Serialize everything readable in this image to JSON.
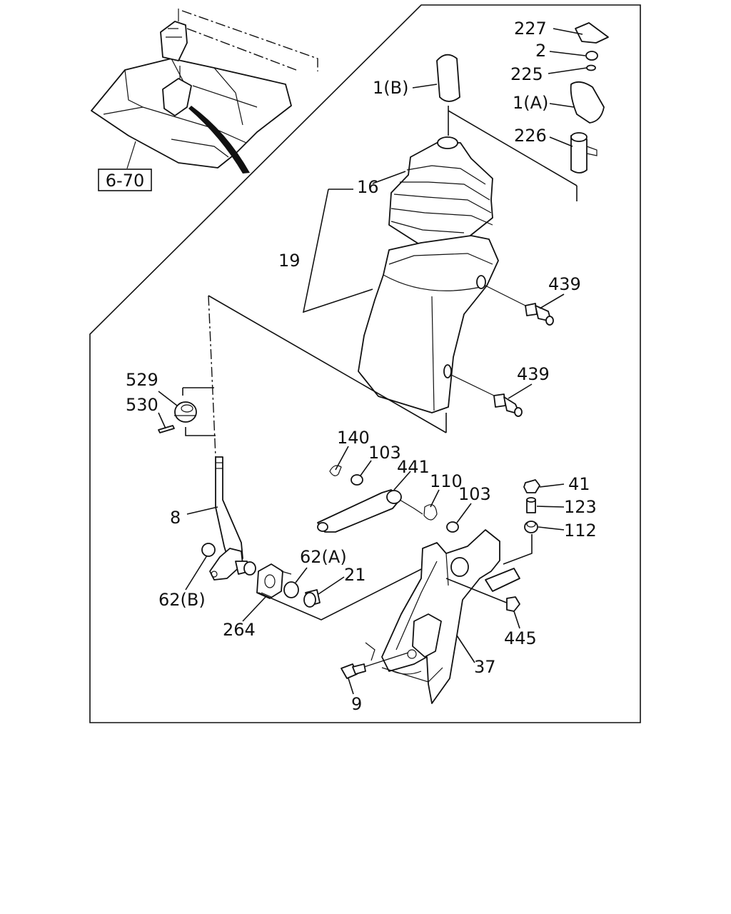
{
  "reference": {
    "text": "6-70"
  },
  "callouts": [
    {
      "id": "227",
      "text": "227"
    },
    {
      "id": "2",
      "text": "2"
    },
    {
      "id": "225",
      "text": "225"
    },
    {
      "id": "1b",
      "text": "1(B)"
    },
    {
      "id": "1a",
      "text": "1(A)"
    },
    {
      "id": "226",
      "text": "226"
    },
    {
      "id": "16",
      "text": "16"
    },
    {
      "id": "19",
      "text": "19"
    },
    {
      "id": "439a",
      "text": "439"
    },
    {
      "id": "439b",
      "text": "439"
    },
    {
      "id": "529",
      "text": "529"
    },
    {
      "id": "530",
      "text": "530"
    },
    {
      "id": "140",
      "text": "140"
    },
    {
      "id": "103a",
      "text": "103"
    },
    {
      "id": "441",
      "text": "441"
    },
    {
      "id": "110",
      "text": "110"
    },
    {
      "id": "103b",
      "text": "103"
    },
    {
      "id": "41",
      "text": "41"
    },
    {
      "id": "123",
      "text": "123"
    },
    {
      "id": "112",
      "text": "112"
    },
    {
      "id": "8",
      "text": "8"
    },
    {
      "id": "62a",
      "text": "62(A)"
    },
    {
      "id": "21",
      "text": "21"
    },
    {
      "id": "62b",
      "text": "62(B)"
    },
    {
      "id": "264",
      "text": "264"
    },
    {
      "id": "445",
      "text": "445"
    },
    {
      "id": "37",
      "text": "37"
    },
    {
      "id": "9",
      "text": "9"
    }
  ]
}
